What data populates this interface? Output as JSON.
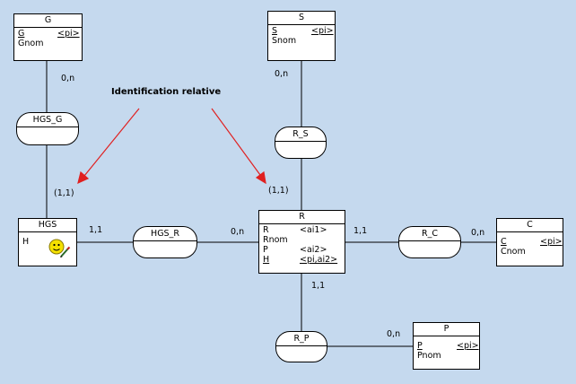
{
  "annotation": "Identification relative",
  "entities": {
    "G": {
      "name": "G",
      "rows": [
        {
          "text": "G",
          "tag": "<pi>",
          "key": true
        },
        {
          "text": "Gnom",
          "tag": "",
          "key": false
        }
      ]
    },
    "S": {
      "name": "S",
      "rows": [
        {
          "text": "S",
          "tag": "<pi>",
          "key": true
        },
        {
          "text": "Snom",
          "tag": "",
          "key": false
        }
      ]
    },
    "HGS": {
      "name": "HGS",
      "rows": [
        {
          "text": "H",
          "tag": "",
          "key": false
        }
      ]
    },
    "R": {
      "name": "R",
      "rows": [
        {
          "text": "R",
          "tag": "<ai1>",
          "key": false
        },
        {
          "text": "Rnom",
          "tag": "",
          "key": false
        },
        {
          "text": "P",
          "tag": "<ai2>",
          "key": false
        },
        {
          "text": "H",
          "tag": "<pi,ai2>",
          "key": true
        }
      ]
    },
    "C": {
      "name": "C",
      "rows": [
        {
          "text": "C",
          "tag": "<pi>",
          "key": true
        },
        {
          "text": "Cnom",
          "tag": "",
          "key": false
        }
      ]
    },
    "P": {
      "name": "P",
      "rows": [
        {
          "text": "P",
          "tag": "<pi>",
          "key": true
        },
        {
          "text": "Pnom",
          "tag": "",
          "key": false
        }
      ]
    }
  },
  "associations": {
    "HGS_G": "HGS_G",
    "R_S": "R_S",
    "HGS_R": "HGS_R",
    "R_C": "R_C",
    "R_P": "R_P"
  },
  "cardinalities": {
    "G_HGS_G": "0,n",
    "HGS_HGS_G": "(1,1)",
    "S_R_S": "0,n",
    "R_R_S": "(1,1)",
    "HGS_HGS_R": "1,1",
    "R_HGS_R": "0,n",
    "R_R_C": "1,1",
    "C_R_C": "0,n",
    "R_R_P": "1,1",
    "P_R_P": "0,n"
  },
  "colors": {
    "background": "#c5d9ee",
    "arrow": "#e02020",
    "smiley": "#f5e100"
  },
  "icons": {
    "hgs_entity": "smiley-pen-icon"
  }
}
